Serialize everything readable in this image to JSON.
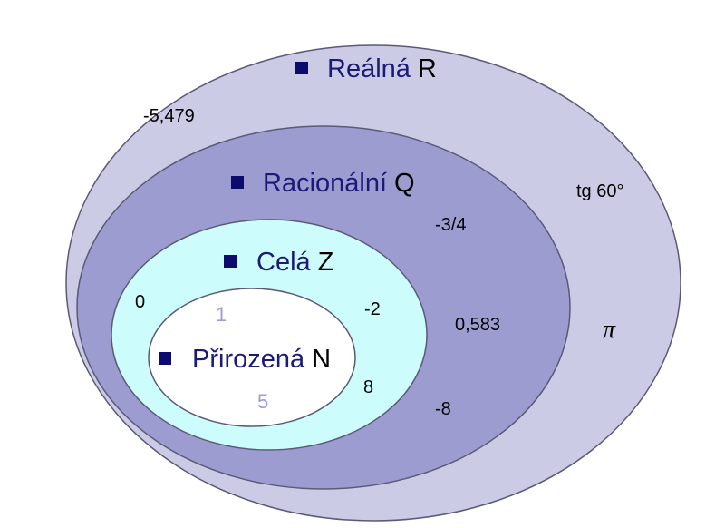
{
  "colors": {
    "real": "#cbcbe6",
    "rational": "#9c9cd0",
    "integer": "#ccfcfc",
    "natural": "#ffffff",
    "outline": "#5a5a78",
    "bullet": "#0c0c6e"
  },
  "sets": {
    "real": {
      "name": "Reálná",
      "symbol": "R"
    },
    "rational": {
      "name": "Racionální",
      "symbol": "Q"
    },
    "integer": {
      "name": "Celá",
      "symbol": "Z"
    },
    "natural": {
      "name": "Přirozená",
      "symbol": "N"
    }
  },
  "elements": {
    "real": [
      "-5,479",
      "tg 60°",
      "π"
    ],
    "rational": [
      "-3/4",
      "0,583",
      "-8"
    ],
    "integer": [
      "0",
      "-2",
      "8"
    ],
    "natural": [
      "1",
      "5"
    ]
  }
}
